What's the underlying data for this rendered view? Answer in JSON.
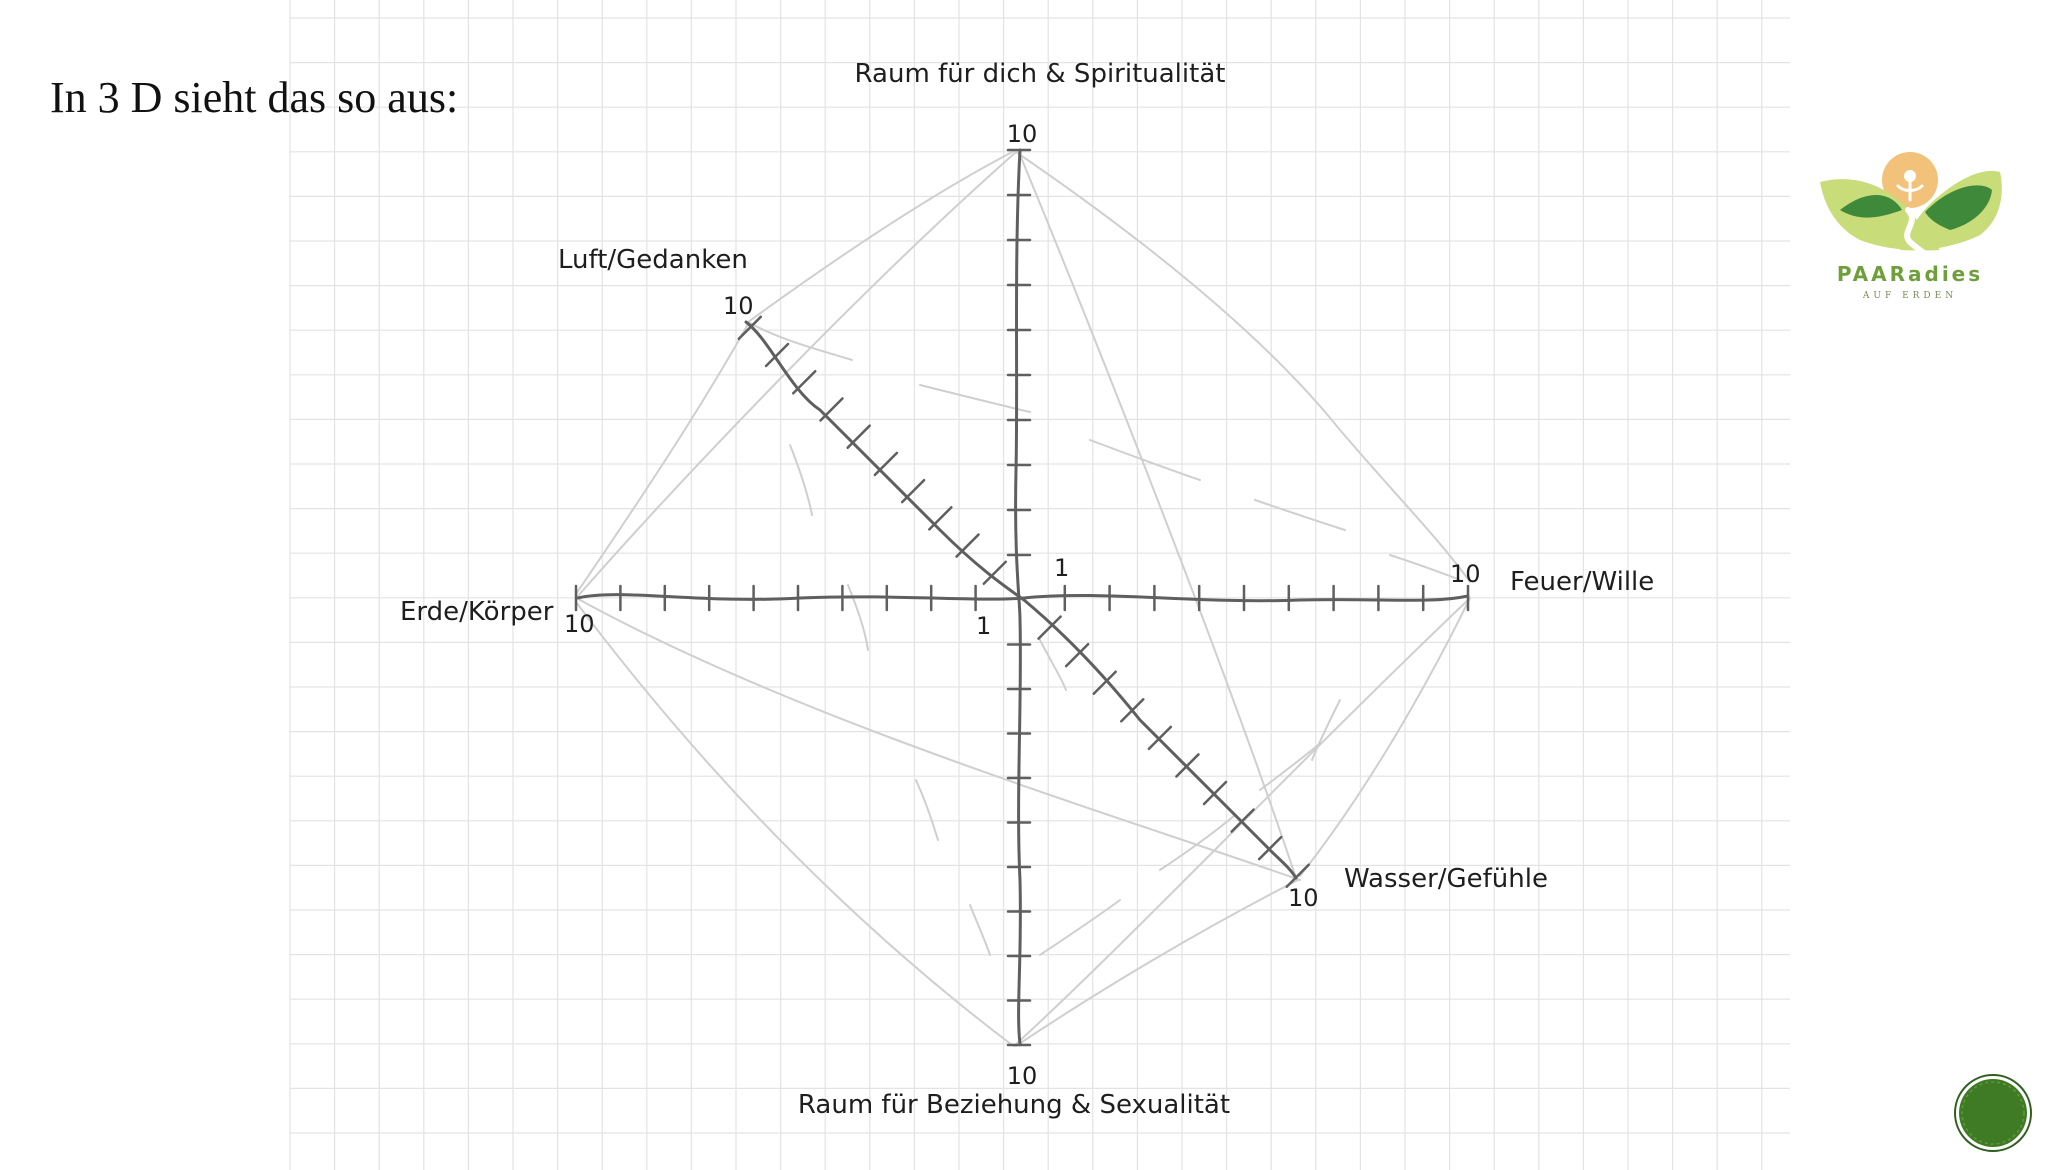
{
  "heading": "In 3 D sieht das so aus:",
  "logo": {
    "brand": "PAARadies",
    "subtitle": "AUF ERDEN"
  },
  "diagram": {
    "axes": [
      {
        "id": "top",
        "label": "Raum für dich & Spiritualität",
        "end_value": "10"
      },
      {
        "id": "top-left",
        "label": "Luft/Gedanken",
        "end_value": "10"
      },
      {
        "id": "left",
        "label": "Erde/Körper",
        "end_value": "10"
      },
      {
        "id": "right",
        "label": "Feuer/Wille",
        "end_value": "10"
      },
      {
        "id": "bottom-right",
        "label": "Wasser/Gefühle",
        "end_value": "10"
      },
      {
        "id": "bottom",
        "label": "Raum für Beziehung & Sexualität",
        "end_value": "10"
      }
    ],
    "origin_labels": {
      "near_right": "1",
      "near_left": "1"
    }
  },
  "colors": {
    "grid": "#e3e3e3",
    "axis": "#5f5f5f",
    "outline": "#cfcfcf",
    "brand_green": "#6f9f3b",
    "badge_green": "#3f7a25"
  }
}
